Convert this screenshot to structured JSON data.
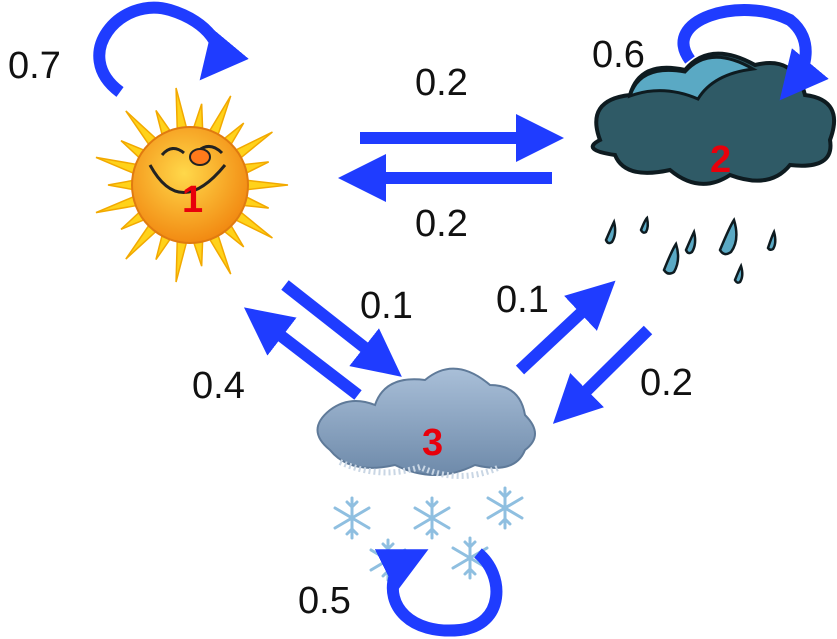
{
  "colors": {
    "arrow": "#1f3cff",
    "state_label": "#e8000b",
    "sun_rays": "#ffd21a",
    "sun_body": "#f7a41a",
    "rain_cloud": "#2f5a66",
    "rain_cloud_top": "#5aa9c4",
    "snow_cloud": "#8fa7c4",
    "snowflake": "#8fbfe0"
  },
  "states": [
    {
      "id": "1",
      "icon": "sun-icon"
    },
    {
      "id": "2",
      "icon": "rain-cloud-icon"
    },
    {
      "id": "3",
      "icon": "snow-cloud-icon"
    }
  ],
  "transitions": {
    "p11": "0.7",
    "p12": "0.2",
    "p21": "0.2",
    "p22": "0.6",
    "p13": "0.1",
    "p31": "0.4",
    "p32": "0.1",
    "p23": "0.2",
    "p33": "0.5"
  }
}
